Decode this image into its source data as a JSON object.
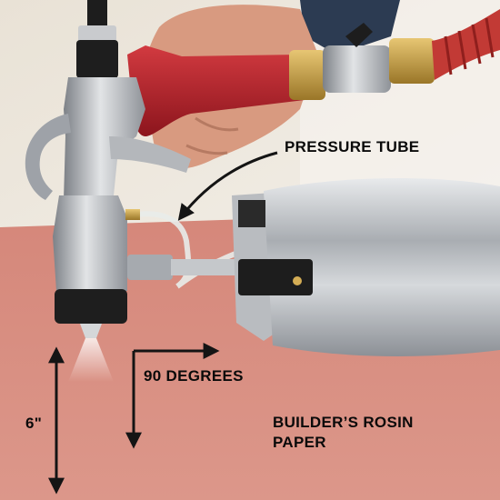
{
  "annotations": {
    "pressure_tube": "PRESSURE TUBE",
    "angle": "90 DEGREES",
    "distance": "6\"",
    "paper_line1": "BUILDER’S ROSIN",
    "paper_line2": "PAPER"
  },
  "colors": {
    "wall": "#ece6dc",
    "paper": "#d98e80",
    "metal": "#b9bcc0",
    "handle_red": "#b3202a",
    "brass": "#c9a24a",
    "skin": "#d89a80",
    "sleeve": "#2c3b52",
    "arrow": "#141414"
  }
}
